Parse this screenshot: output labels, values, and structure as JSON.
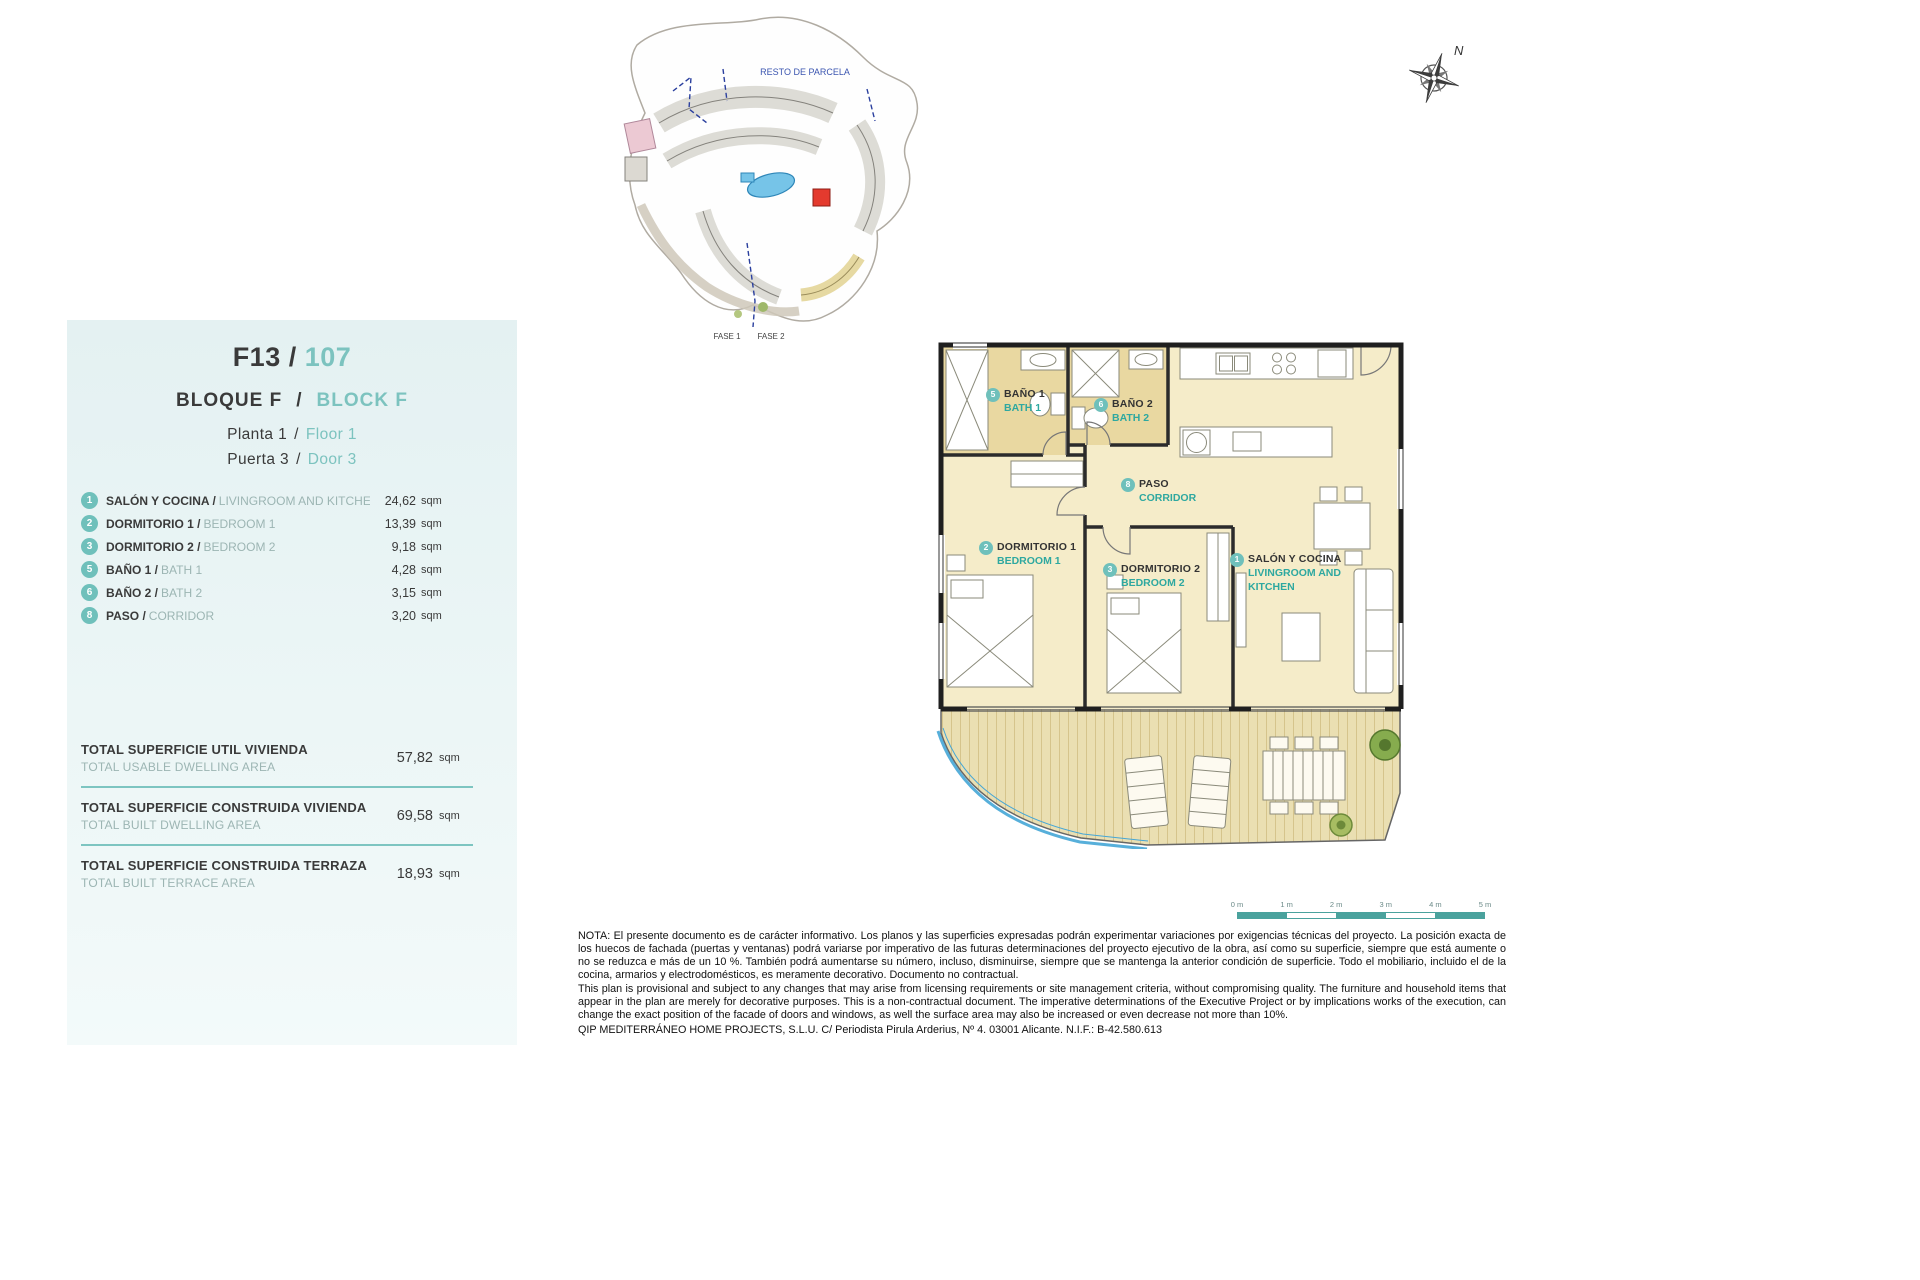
{
  "colors": {
    "accent_teal": "#7cc3bf",
    "badge_teal": "#6fc0bb",
    "panel_bg": "#e9f4f5",
    "unit_marker_red": "#e43a2e",
    "plan_floor_cream": "#f5ecc9",
    "plan_bath_tan": "#e9d8a1"
  },
  "info_panel": {
    "unit_code": "F13",
    "sep": "/",
    "unit_number": "107",
    "block_es": "BLOQUE  F",
    "block_en": "BLOCK  F",
    "floor_es": "Planta 1",
    "floor_en": "Floor  1",
    "door_es": "Puerta 3",
    "door_en": "Door  3",
    "rooms": [
      {
        "num": "1",
        "name_es": "SALÓN Y COCINA /",
        "name_en": "LIVINGROOM AND KITCHEN",
        "area": "24,62",
        "unit": "sqm"
      },
      {
        "num": "2",
        "name_es": "DORMITORIO 1 /",
        "name_en": "BEDROOM 1",
        "area": "13,39",
        "unit": "sqm"
      },
      {
        "num": "3",
        "name_es": "DORMITORIO 2 /",
        "name_en": "BEDROOM 2",
        "area": "9,18",
        "unit": "sqm"
      },
      {
        "num": "5",
        "name_es": "BAÑO 1 /",
        "name_en": "BATH 1",
        "area": "4,28",
        "unit": "sqm"
      },
      {
        "num": "6",
        "name_es": "BAÑO 2 /",
        "name_en": "BATH 2",
        "area": "3,15",
        "unit": "sqm"
      },
      {
        "num": "8",
        "name_es": "PASO /",
        "name_en": "CORRIDOR",
        "area": "3,20",
        "unit": "sqm"
      }
    ],
    "totals": [
      {
        "label_es": "TOTAL SUPERFICIE UTIL VIVIENDA",
        "label_en": "TOTAL USABLE DWELLING AREA",
        "value": "57,82",
        "unit": "sqm"
      },
      {
        "label_es": "TOTAL SUPERFICIE CONSTRUIDA VIVIENDA",
        "label_en": "TOTAL BUILT DWELLING AREA",
        "value": "69,58",
        "unit": "sqm"
      },
      {
        "label_es": "TOTAL SUPERFICIE CONSTRUIDA TERRAZA",
        "label_en": "TOTAL BUILT TERRACE AREA",
        "value": "18,93",
        "unit": "sqm"
      }
    ]
  },
  "site_plan": {
    "resto_label": "RESTO DE PARCELA",
    "fase1_label": "FASE 1",
    "fase2_label": "FASE 2"
  },
  "compass": {
    "north_label": "N"
  },
  "floor_plan": {
    "labels": [
      {
        "num": "5",
        "es": "BAÑO 1",
        "en": "BATH 1"
      },
      {
        "num": "6",
        "es": "BAÑO 2",
        "en": "BATH 2"
      },
      {
        "num": "8",
        "es": "PASO",
        "en": "CORRIDOR"
      },
      {
        "num": "2",
        "es": "DORMITORIO 1",
        "en": "BEDROOM 1"
      },
      {
        "num": "3",
        "es": "DORMITORIO 2",
        "en": "BEDROOM 2"
      },
      {
        "num": "1",
        "es": "SALÓN Y COCINA",
        "en": "LIVINGROOM AND KITCHEN"
      }
    ]
  },
  "scale_bar": {
    "labels": [
      "0 m",
      "1 m",
      "2 m",
      "3 m",
      "4 m",
      "5 m"
    ]
  },
  "footer": {
    "note_es": "NOTA: El presente documento es de carácter informativo. Los planos y las superficies expresadas podrán experimentar variaciones por exigencias técnicas del proyecto. La posición exacta de los huecos de fachada (puertas y ventanas) podrá variarse por imperativo de las futuras determinaciones del proyecto ejecutivo de la obra, así como su superficie, siempre que está aumente o no se reduzca e más de un 10 %. También podrá aumentarse su número, incluso, disminuirse, siempre que se mantenga la anterior condición de superficie. Todo el mobiliario, incluido el de la cocina, armarios y electrodomésticos, es meramente decorativo. Documento no contractual.",
    "note_en": "This plan is provisional and subject to any changes that may arise from licensing requirements or site management criteria, without compromising quality. The furniture and household items that appear in the plan are merely for decorative purposes. This is a non-contractual document. The imperative determinations of the Executive Project or by implications works of the execution, can change the exact position of the facade of doors and windows, as well the surface area may also be increased or even decrease not more than 10%.",
    "company": "QIP MEDITERRÁNEO HOME PROJECTS, S.L.U. C/ Periodista Pirula Arderius, Nº 4. 03001 Alicante. N.I.F.: B-42.580.613"
  }
}
